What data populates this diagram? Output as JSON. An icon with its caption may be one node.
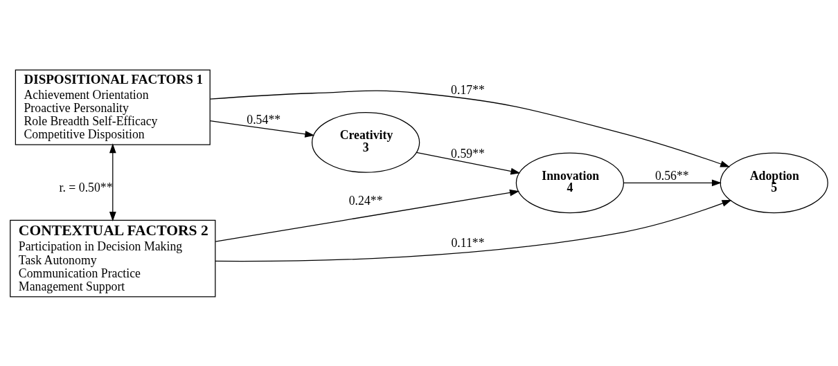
{
  "diagram": {
    "nodes": [
      {
        "text": [
          "DISPOSITIONAL FACTORS 1",
          "Achievement Orientation",
          "Proactive Personality",
          "Role Breadth Self-Efficacy",
          "Competitive Disposition"
        ]
      },
      {
        "text": [
          "Creativity",
          "3"
        ]
      },
      {
        "text": [
          "Innovation",
          "4"
        ]
      },
      {
        "text": [
          "Adoption",
          "5"
        ]
      },
      {
        "text": [
          "CONTEXTUAL FACTORS 2",
          "Participation in Decision Making",
          "Task Autonomy",
          "Communication Practice",
          "Management Support"
        ]
      }
    ],
    "edges": [
      {
        "from": 0,
        "to": 4,
        "arrow": "both",
        "label": "r. = 0.50**"
      },
      {
        "from": 0,
        "to": 1,
        "arrow": "to",
        "label": "0.54**"
      },
      {
        "from": 0,
        "to": 3,
        "arrow": "to",
        "label": "0.17**"
      },
      {
        "from": 1,
        "to": 2,
        "arrow": "to",
        "label": "0.59**"
      },
      {
        "from": 2,
        "to": 3,
        "arrow": "to",
        "label": "0.56**"
      },
      {
        "from": 4,
        "to": 2,
        "arrow": "to",
        "label": "0.24**"
      },
      {
        "from": 4,
        "to": 3,
        "arrow": "to",
        "label": "0.11**"
      }
    ]
  }
}
